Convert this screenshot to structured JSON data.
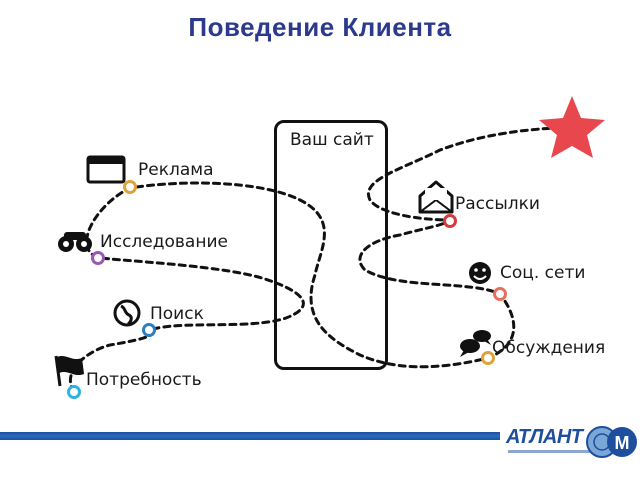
{
  "title": "Поведение Клиента",
  "site_label": "Ваш сайт",
  "touchpoints": {
    "reklama": "Реклама",
    "issledovanie": "Исследование",
    "poisk": "Поиск",
    "potrebnost": "Потребность",
    "rassylki": "Рассылки",
    "soc_seti": "Соц. сети",
    "obsuzhdeniya": "Обсуждения"
  },
  "colors": {
    "title": "#2b3a8c",
    "path": "#111111",
    "star": "#e8484d",
    "dot_reklama": "#e0a33a",
    "dot_issledovanie": "#9b59b6",
    "dot_poisk": "#2b7fc2",
    "dot_potrebnost": "#2fb4e0",
    "dot_rassylki": "#d63a3a",
    "dot_soc_seti": "#e67060",
    "dot_obsuzhdeniya": "#e0a33a",
    "footer": "#1d4f9e"
  },
  "logo": {
    "text": "АТЛАНТ",
    "letter": "М"
  }
}
